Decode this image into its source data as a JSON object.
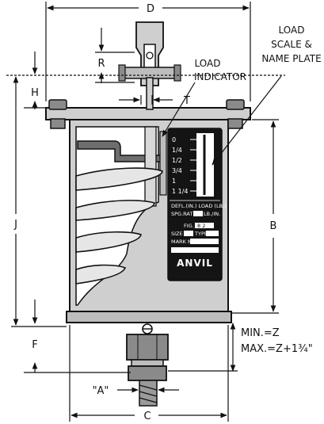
{
  "dimensions": {
    "D": "D",
    "R": "R",
    "H": "H",
    "T": "T",
    "J": "J",
    "B": "B",
    "F": "F",
    "C": "C",
    "A": "\"A\""
  },
  "callouts": {
    "load_indicator": [
      "LOAD",
      "INDICATOR"
    ],
    "load_scale": [
      "LOAD",
      "SCALE &",
      "NAME PLATE"
    ],
    "min": "MIN.=Z",
    "max": "MAX.=Z+1¾\""
  },
  "nameplate": {
    "scale_marks": [
      "0",
      "1/4",
      "1/2",
      "3/4",
      "1",
      "1 1/4"
    ],
    "defl_load": "DEFL.(IN.) LOAD (LB.)",
    "spg_rate": "SPG.RATE",
    "lb_in": "LB./IN.",
    "fig": "FIG.",
    "fig_value": "8 2",
    "size": "SIZE",
    "type": "TYPE",
    "mark_no": "MARK NO.",
    "brand": "ANVIL"
  },
  "colors": {
    "ink": "#111111",
    "body_gray": "#cfcfcf",
    "plate_black": "#141414",
    "spring": "#e6e6e6"
  }
}
